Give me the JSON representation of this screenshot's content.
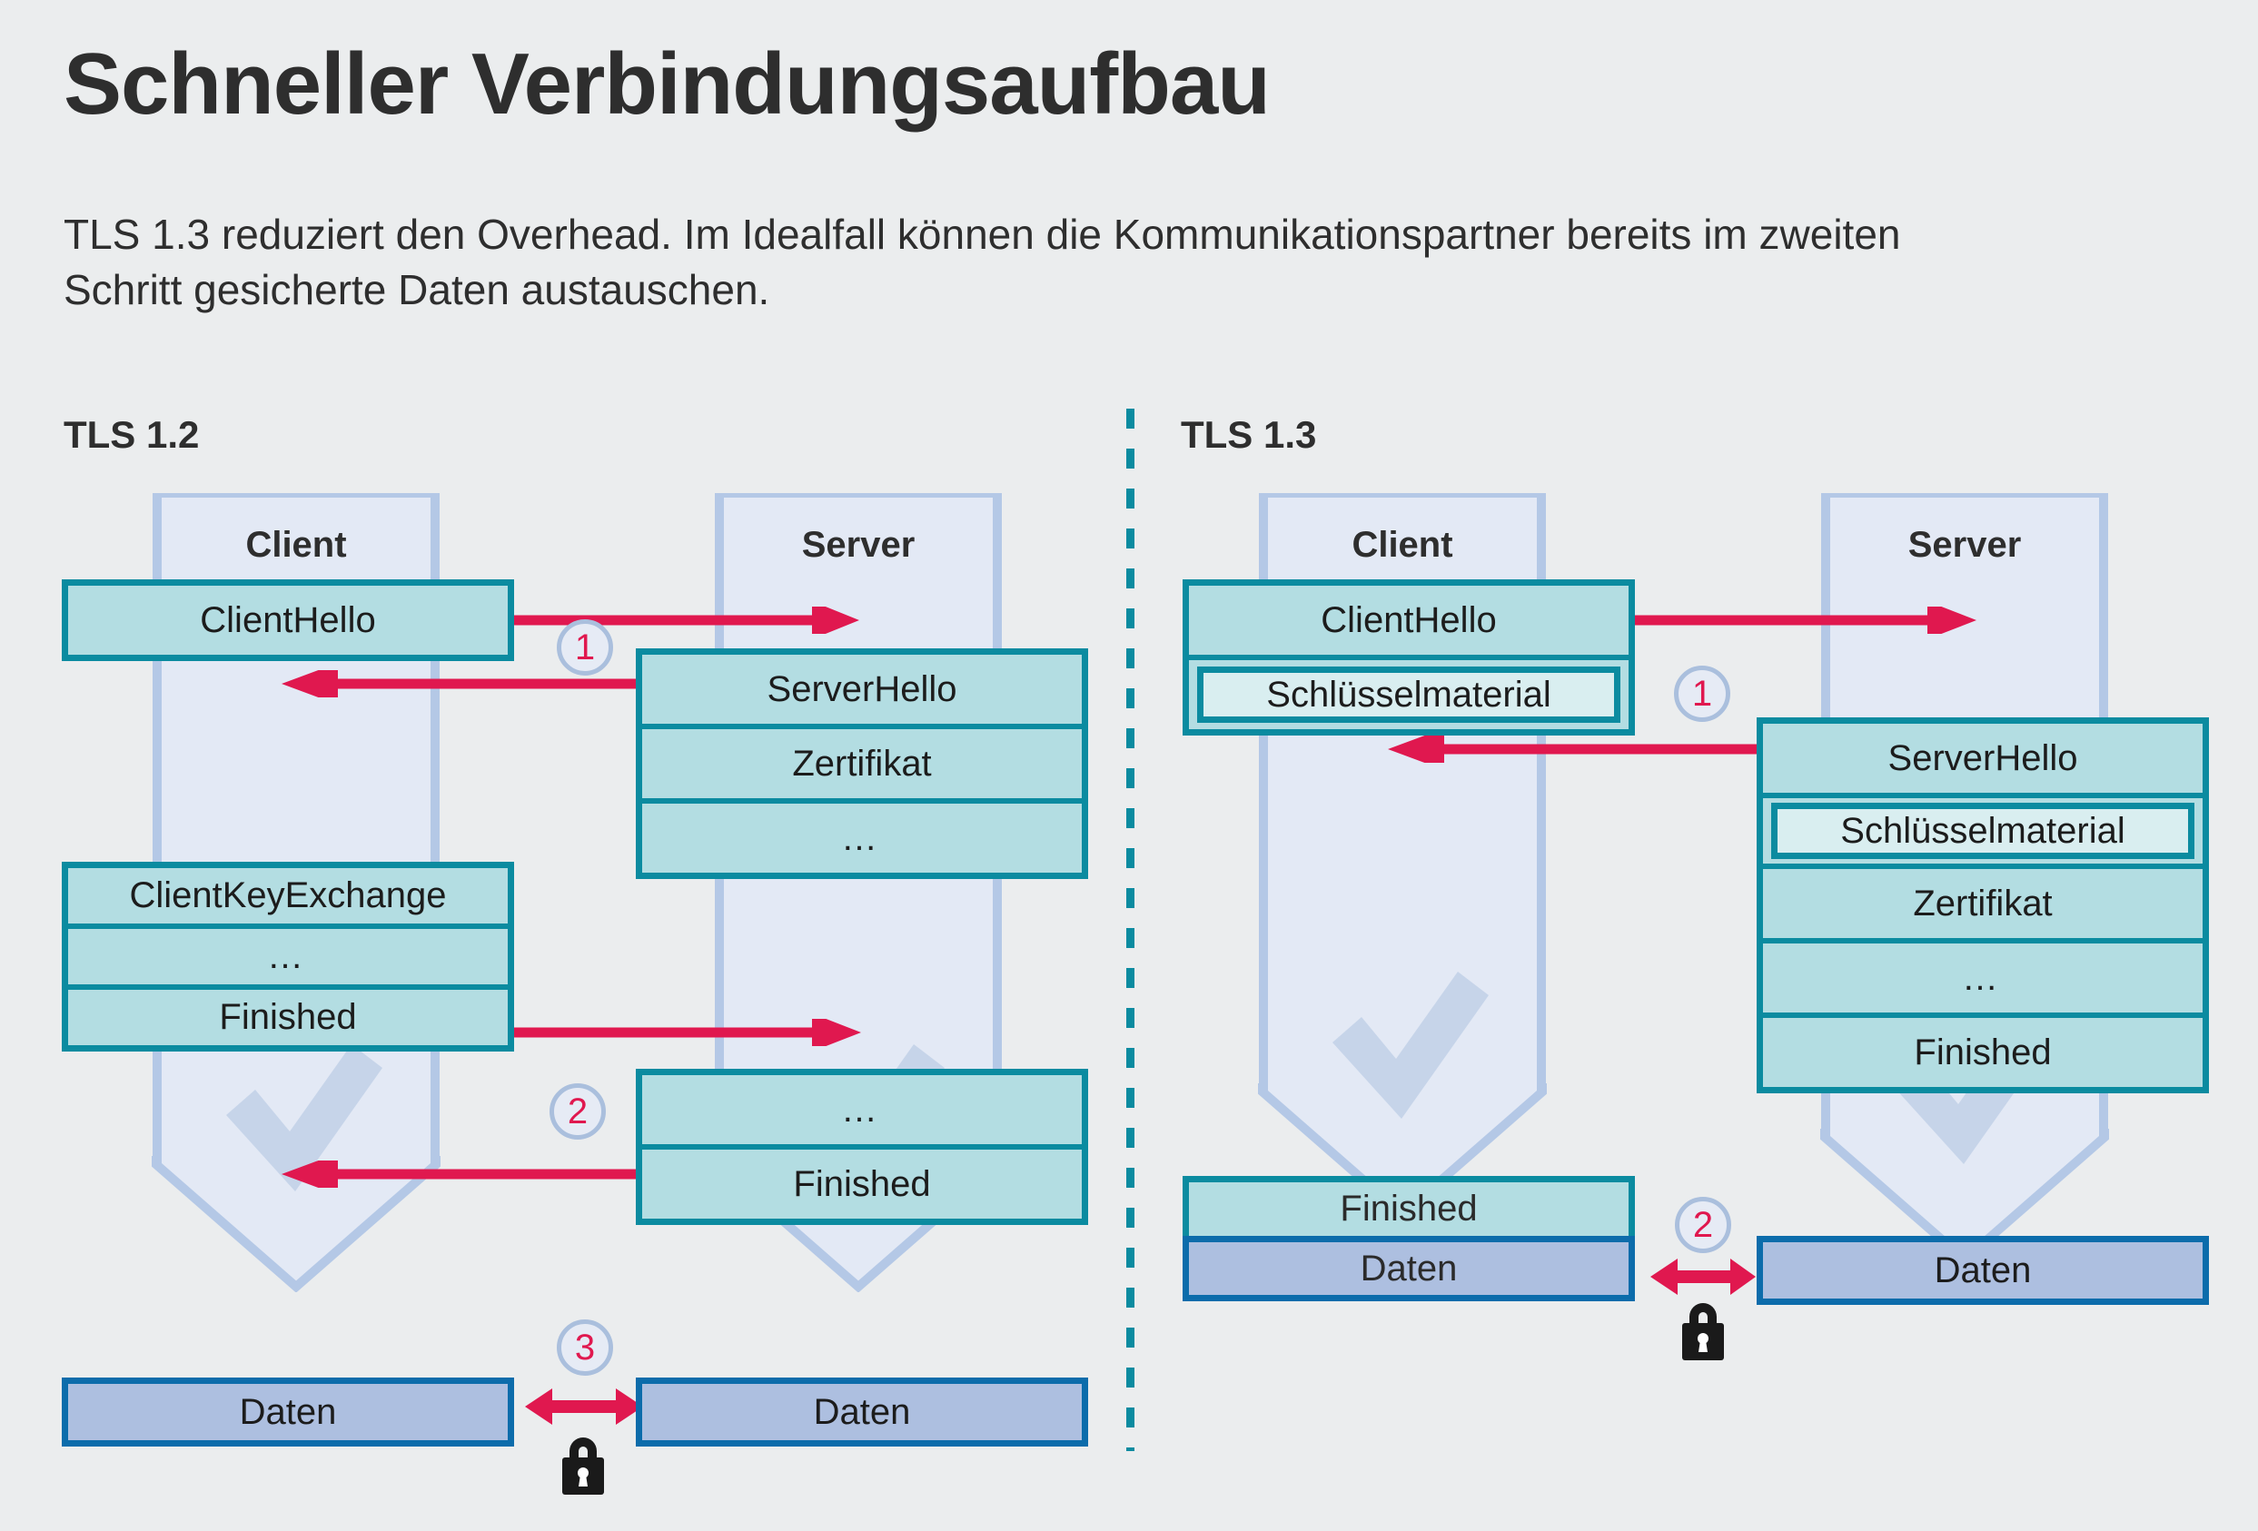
{
  "header": {
    "title": "Schneller Verbindungsaufbau",
    "subtitle": "TLS 1.3 reduziert den Overhead. Im Idealfall können die Kommunikationspartner bereits im zweiten Schritt gesicherte Daten austauschen."
  },
  "colors": {
    "background": "#ebedee",
    "teal_border": "#0b8ba0",
    "teal_fill": "#b3dde2",
    "teal_fill_light": "#d9eef0",
    "blue_border": "#0c6cab",
    "blue_fill": "#adbfe0",
    "lifeline_fill": "#e3e9f5",
    "lifeline_stroke": "#b4c8e6",
    "arrow_red": "#e0184f",
    "step_circle_border": "#aabfdd",
    "text": "#2e2e2e"
  },
  "sections": [
    {
      "label": "TLS 1.2",
      "client_label": "Client",
      "server_label": "Server",
      "steps": [
        "1",
        "2",
        "3"
      ],
      "client_messages": [
        {
          "rows": [
            "ClientHello"
          ]
        },
        {
          "rows": [
            "ClientKeyExchange",
            "…",
            "Finished"
          ]
        }
      ],
      "server_messages": [
        {
          "rows": [
            "ServerHello",
            "Zertifikat",
            "…"
          ]
        },
        {
          "rows": [
            "…",
            "Finished"
          ]
        }
      ],
      "client_data": "Daten",
      "server_data": "Daten",
      "lock": "lock-icon"
    },
    {
      "label": "TLS 1.3",
      "client_label": "Client",
      "server_label": "Server",
      "steps": [
        "1",
        "2"
      ],
      "client_messages": [
        {
          "rows": [
            "ClientHello"
          ],
          "nested": "Schlüsselmaterial"
        }
      ],
      "server_messages": [
        {
          "rows": [
            "ServerHello"
          ],
          "nested": "Schlüsselmaterial",
          "after": [
            "Zertifikat",
            "…",
            "Finished"
          ]
        }
      ],
      "client_finished": "Finished",
      "client_data": "Daten",
      "server_data": "Daten",
      "lock": "lock-icon"
    }
  ],
  "icons": {
    "check": "check-icon",
    "lock": "lock-icon",
    "arrow_right": "arrow-right-icon",
    "arrow_left": "arrow-left-icon",
    "arrow_bidirectional": "arrow-bidirectional-icon",
    "lifeline": "down-arrow-lifeline-icon"
  }
}
